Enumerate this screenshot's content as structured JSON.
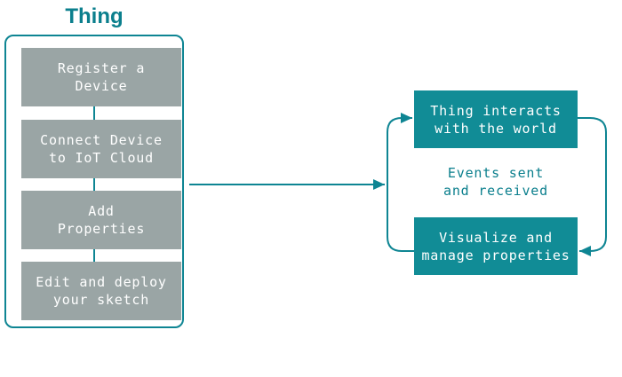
{
  "title": "Thing",
  "colors": {
    "teal_fill": "#118C96",
    "teal_line": "#0E8593",
    "teal_text": "#0B7F8D",
    "gray_box": "#9AA5A5",
    "box_text": "#FFFFFF",
    "background": "#FFFFFF"
  },
  "flow": {
    "steps": [
      {
        "label": "Register a\nDevice"
      },
      {
        "label": "Connect Device\nto IoT Cloud"
      },
      {
        "label": "Add\nProperties"
      },
      {
        "label": "Edit and deploy\nyour sketch"
      }
    ]
  },
  "cycle": {
    "top_box": "Thing interacts\nwith the world",
    "middle_text": "Events sent\nand received",
    "bottom_box": "Visualize and\nmanage properties"
  }
}
